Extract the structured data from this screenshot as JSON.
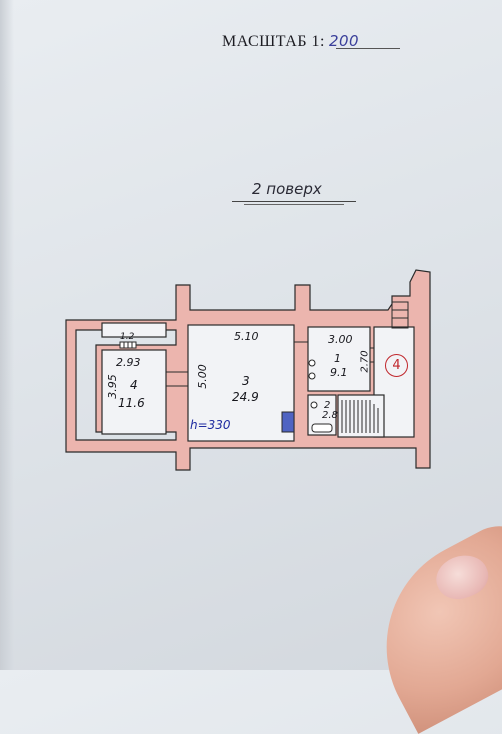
{
  "header": {
    "scale_label": "МАСШТАБ 1:",
    "scale_value": "200"
  },
  "floor_title": "2 поверх",
  "rooms": [
    {
      "id": "4",
      "number": "4",
      "area": "11.6",
      "width": "2.93",
      "depth": "3.95"
    },
    {
      "id": "3",
      "number": "3",
      "area": "24.9",
      "width": "5.10",
      "depth": "5.00"
    },
    {
      "id": "1",
      "number": "1",
      "area": "9.1",
      "width": "3.00",
      "depth": "2.70"
    },
    {
      "id": "2",
      "number": "2",
      "area": "2.8"
    },
    {
      "id": "corridor",
      "label": "1.2"
    }
  ],
  "stair_marker": "4",
  "ceiling_height": "h=330",
  "colors": {
    "wall_fill": "#ecb5ae",
    "wall_stroke": "#2a2a2a",
    "marker": "#c0262c",
    "ink_blue": "#1e2aa0"
  }
}
